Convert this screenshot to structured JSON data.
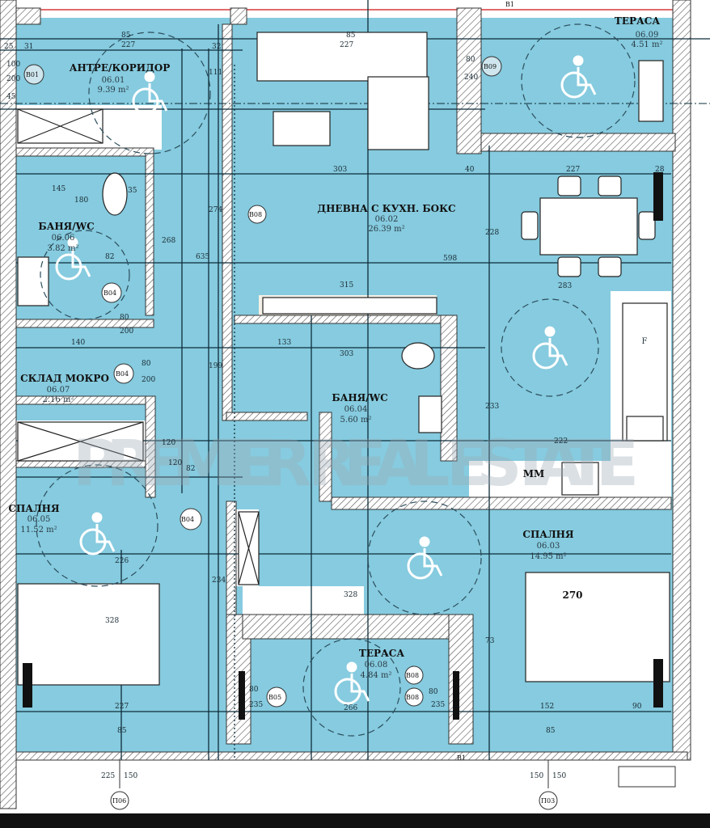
{
  "colors": {
    "floor": "#86cbdf",
    "wall": "#ffffff",
    "hatch": "#555555",
    "line": "#0e2c3a",
    "boundary": "#d83a3a"
  },
  "rooms": [
    {
      "name": "АНТРЕ/КОРИДОР",
      "code": "06.01",
      "area": "9.39 m²"
    },
    {
      "name": "ДНЕВНА С КУХН. БОКС",
      "code": "06.02",
      "area": "26.39 m²"
    },
    {
      "name": "СПАЛНЯ",
      "code": "06.03",
      "area": "14.95 m²"
    },
    {
      "name": "БАНЯ/WC",
      "code": "06.04",
      "area": "5.60 m²"
    },
    {
      "name": "СПАЛНЯ",
      "code": "06.05",
      "area": "11.52 m²"
    },
    {
      "name": "БАНЯ/WC",
      "code": "06.06",
      "area": "3.82 m²"
    },
    {
      "name": "СКЛАД МОКРО",
      "code": "06.07",
      "area": "2.16 m²"
    },
    {
      "name": "ТЕРАСА",
      "code": "06.08",
      "area": "4.84 m²"
    },
    {
      "name": "ТЕРАСА",
      "code": "06.09",
      "area": "4.51 m²"
    }
  ],
  "labels": {
    "mm": "ММ",
    "fridge": "F",
    "bed_width": "270"
  },
  "tags": [
    "B01",
    "B08",
    "B04",
    "B04",
    "B04",
    "B05",
    "B09",
    "B08",
    "B08",
    "B1",
    "B1"
  ],
  "axes": [
    "П06",
    "П03"
  ],
  "dims": [
    "227",
    "85",
    "227",
    "85",
    "303",
    "40",
    "598",
    "315",
    "133",
    "303",
    "228",
    "283",
    "233",
    "222",
    "268",
    "635",
    "274",
    "199",
    "120",
    "82",
    "145",
    "180",
    "35",
    "82",
    "140",
    "80",
    "200",
    "80",
    "200",
    "120",
    "328",
    "234",
    "226",
    "227",
    "85",
    "80",
    "235",
    "266",
    "80",
    "235",
    "152",
    "90",
    "85",
    "73",
    "328",
    "25",
    "31",
    "100",
    "200",
    "45",
    "111",
    "32",
    "240",
    "80",
    "225",
    "150",
    "150",
    "150",
    "227",
    "28"
  ],
  "watermark": "PREMIER REAL ESTATE"
}
